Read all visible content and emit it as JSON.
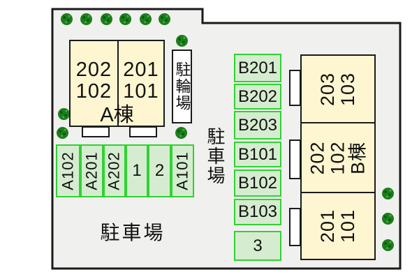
{
  "plan": {
    "building_a": {
      "name_label": "A棟",
      "units": [
        {
          "lines": [
            "202",
            "102"
          ]
        },
        {
          "lines": [
            "201",
            "101"
          ]
        }
      ]
    },
    "building_b": {
      "name_label": "B棟",
      "sections": [
        {
          "lines": [
            "203",
            "103"
          ]
        },
        {
          "lines": [
            "202",
            "102",
            "B棟"
          ]
        },
        {
          "lines": [
            "201",
            "101"
          ]
        }
      ]
    },
    "bike_parking_label": "駐輪場",
    "parking_side_label": "駐車場",
    "parking_bottom_label": "駐車場",
    "parking_row": [
      "A102",
      "A201",
      "A202",
      "1",
      "2",
      "A101"
    ],
    "parking_col": [
      "B201",
      "B202",
      "B203",
      "B101",
      "B102",
      "B103",
      "3"
    ],
    "tree_count": 13
  },
  "icons": {
    "tree-icon": "round-bush"
  },
  "colors": {
    "outline": "#1a1a1a",
    "site_bg": "#f0f0ee",
    "building_fill": "#fdf6d1",
    "building_border": "#1a1a1a",
    "parking_fill": "#d6ecd0",
    "parking_border": "#2fd331",
    "porch_fill": "#ffffff",
    "tree": "#1b7e1b",
    "tree_dot": "#0d5c0d",
    "text": "#111111"
  }
}
